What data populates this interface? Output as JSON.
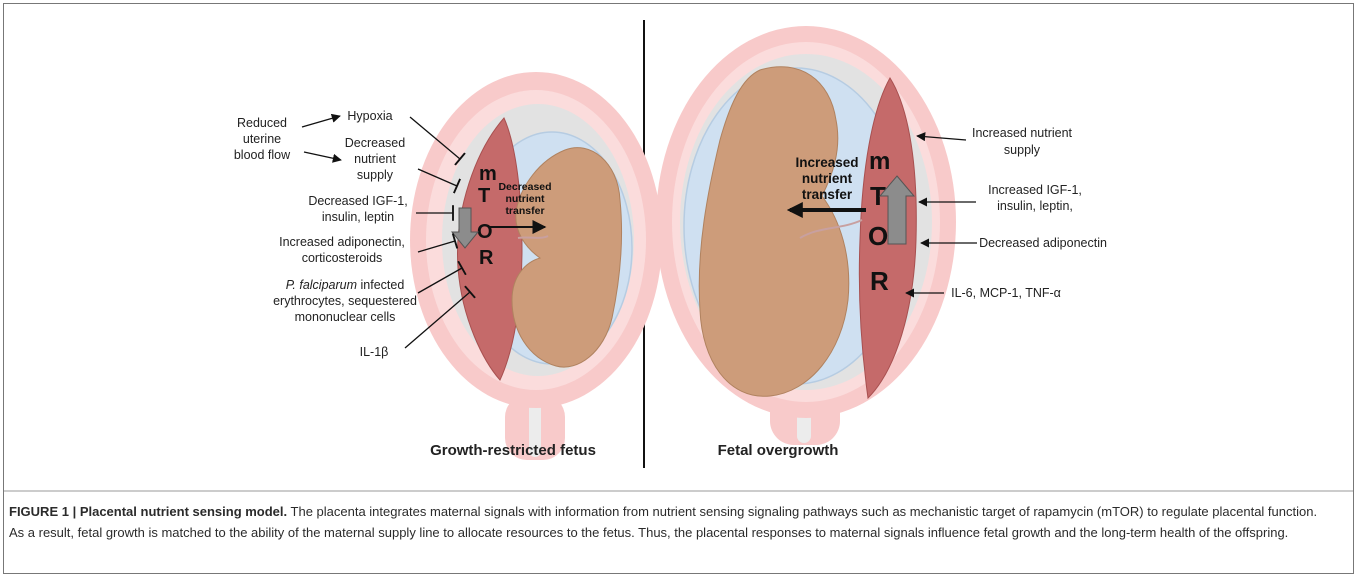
{
  "figure": {
    "left_panel": {
      "title": "Growth-restricted fetus",
      "transfer_label": [
        "Decreased",
        "nutrient",
        "transfer"
      ],
      "mtor_letters": [
        "m",
        "T",
        "O",
        "R"
      ],
      "inputs": {
        "reduced_flow": [
          "Reduced",
          "uterine",
          "blood flow"
        ],
        "hypoxia": "Hypoxia",
        "decreased_supply": [
          "Decreased",
          "nutrient",
          "supply"
        ],
        "decreased_igf": [
          "Decreased IGF-1,",
          "insulin, leptin"
        ],
        "increased_adipo": [
          "Increased adiponectin,",
          "corticosteroids"
        ],
        "falciparum_italic": "P. falciparum",
        "falciparum_rest": " infected",
        "falciparum_lines": [
          "erythrocytes, sequestered",
          "mononuclear cells"
        ],
        "il1b": "IL-1β"
      }
    },
    "right_panel": {
      "title": "Fetal overgrowth",
      "transfer_label": [
        "Increased",
        "nutrient",
        "transfer"
      ],
      "mtor_letters": [
        "m",
        "T",
        "O",
        "R"
      ],
      "inputs": {
        "increased_supply": [
          "Increased nutrient",
          "supply"
        ],
        "increased_igf": [
          "Increased IGF-1,",
          "insulin, leptin,"
        ],
        "decreased_adipo": "Decreased adiponectin",
        "cytokines": "IL-6, MCP-1, TNF-α"
      }
    },
    "colors": {
      "uterus_outer": "#f8caca",
      "uterus_inner": "#fbdcdc",
      "sac": "#cfe0f1",
      "placenta": "#c56a6a",
      "fetus": "#cd9c7a",
      "arrow_gray": "#8c8c8c"
    }
  },
  "caption": {
    "label": "FIGURE 1 | Placental nutrient sensing model.",
    "text": " The placenta integrates maternal signals with information from nutrient sensing signaling pathways such as mechanistic target of rapamycin (mTOR) to regulate placental function. As a result, fetal growth is matched to the ability of the maternal supply line to allocate resources to the fetus. Thus, the placental responses to maternal signals influence fetal growth and the long-term health of the offspring."
  }
}
